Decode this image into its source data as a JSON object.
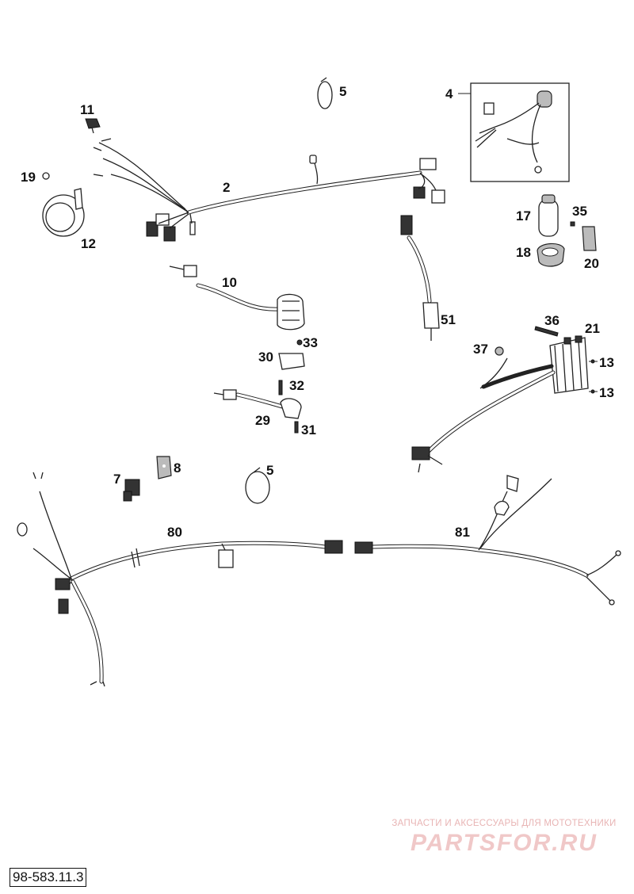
{
  "part_labels": {
    "p2": "2",
    "p4": "4",
    "p5a": "5",
    "p5b": "5",
    "p7": "7",
    "p8": "8",
    "p10": "10",
    "p11": "11",
    "p12": "12",
    "p13a": "13",
    "p13b": "13",
    "p17": "17",
    "p18": "18",
    "p19": "19",
    "p20": "20",
    "p21": "21",
    "p29": "29",
    "p30": "30",
    "p31": "31",
    "p32": "32",
    "p33": "33",
    "p35": "35",
    "p36": "36",
    "p37": "37",
    "p51": "51",
    "p80": "80",
    "p81": "81"
  },
  "document_number": "98-583.11.3",
  "watermark": {
    "tagline": "ЗАПЧАСТИ И АКСЕССУАРЫ ДЛЯ МОТОТЕХНИКИ",
    "logo": "PARTSFOR.RU"
  }
}
